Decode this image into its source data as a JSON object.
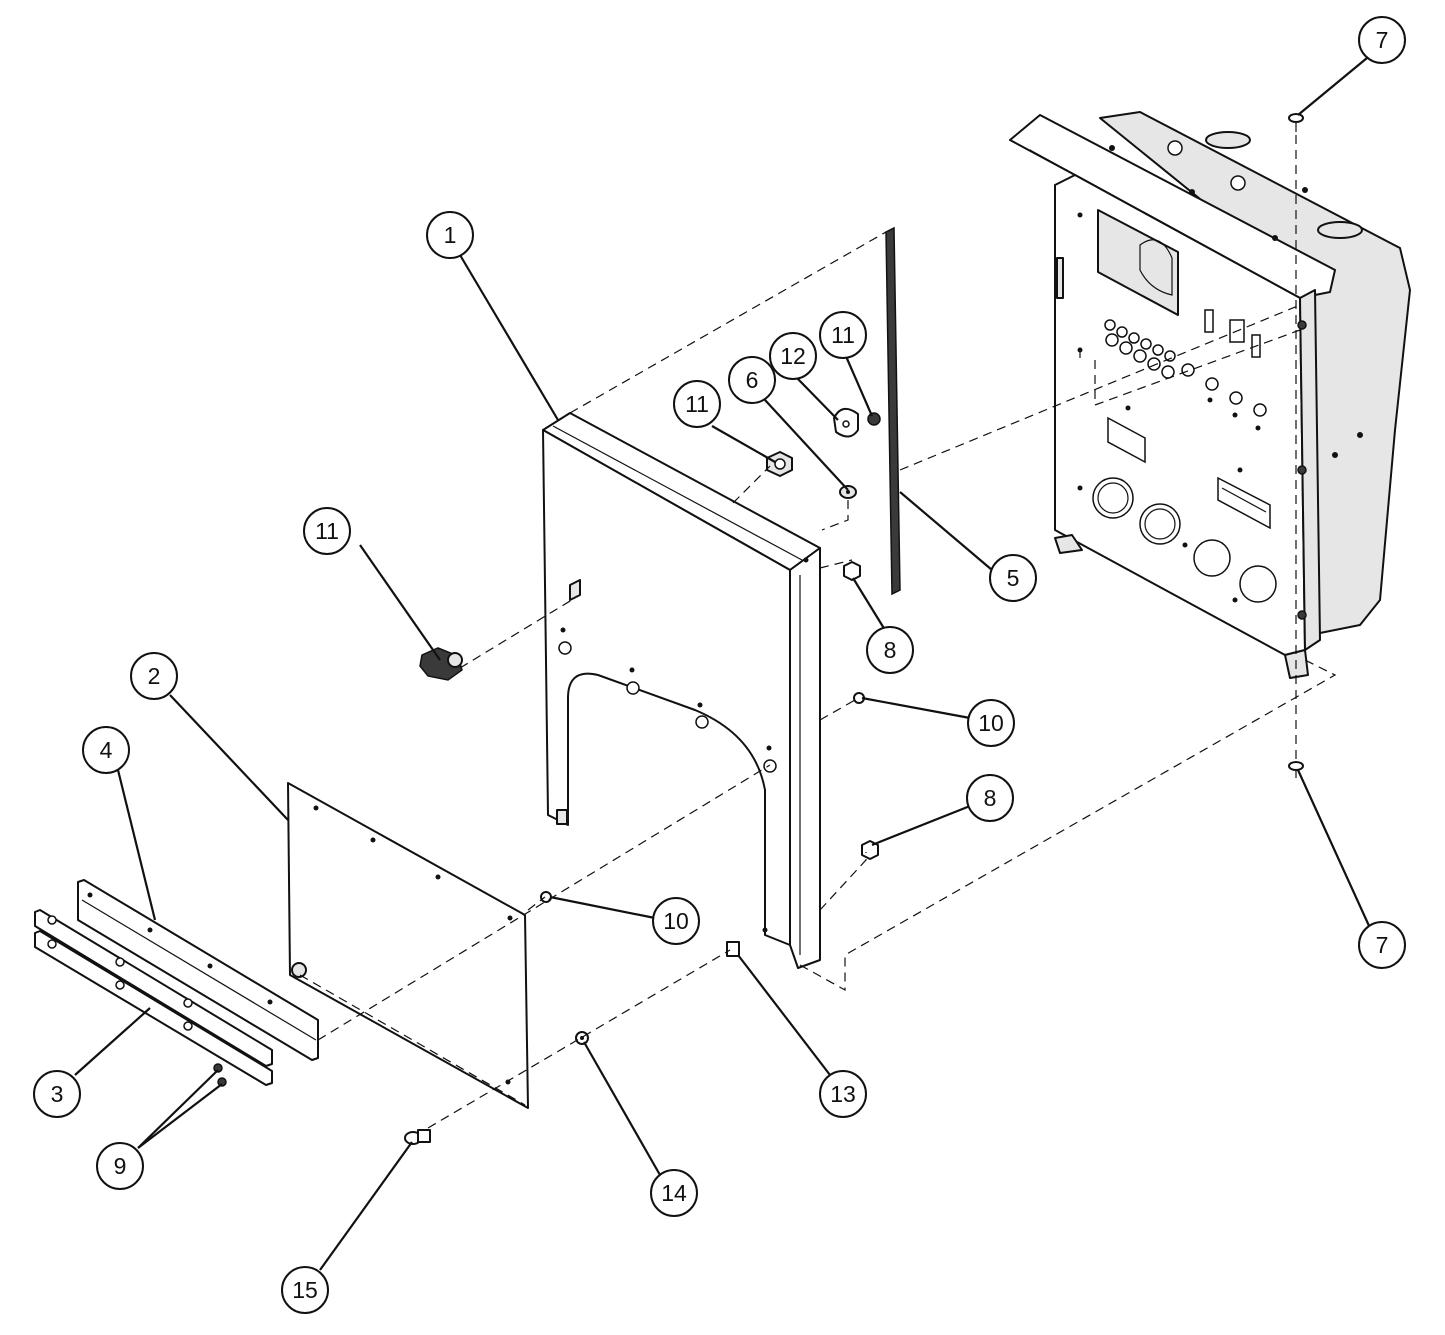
{
  "balloons": [
    {
      "id": "b1",
      "label": "1"
    },
    {
      "id": "b2",
      "label": "2"
    },
    {
      "id": "b3",
      "label": "3"
    },
    {
      "id": "b4",
      "label": "4"
    },
    {
      "id": "b5",
      "label": "5"
    },
    {
      "id": "b6",
      "label": "6"
    },
    {
      "id": "b7a",
      "label": "7"
    },
    {
      "id": "b7b",
      "label": "7"
    },
    {
      "id": "b8a",
      "label": "8"
    },
    {
      "id": "b8b",
      "label": "8"
    },
    {
      "id": "b9",
      "label": "9"
    },
    {
      "id": "b10a",
      "label": "10"
    },
    {
      "id": "b10b",
      "label": "10"
    },
    {
      "id": "b11a",
      "label": "11"
    },
    {
      "id": "b11b",
      "label": "11"
    },
    {
      "id": "b11c",
      "label": "11"
    },
    {
      "id": "b12",
      "label": "12"
    },
    {
      "id": "b13",
      "label": "13"
    },
    {
      "id": "b14",
      "label": "14"
    },
    {
      "id": "b15",
      "label": "15"
    }
  ],
  "colors": {
    "line": "#111111",
    "background": "#ffffff"
  }
}
